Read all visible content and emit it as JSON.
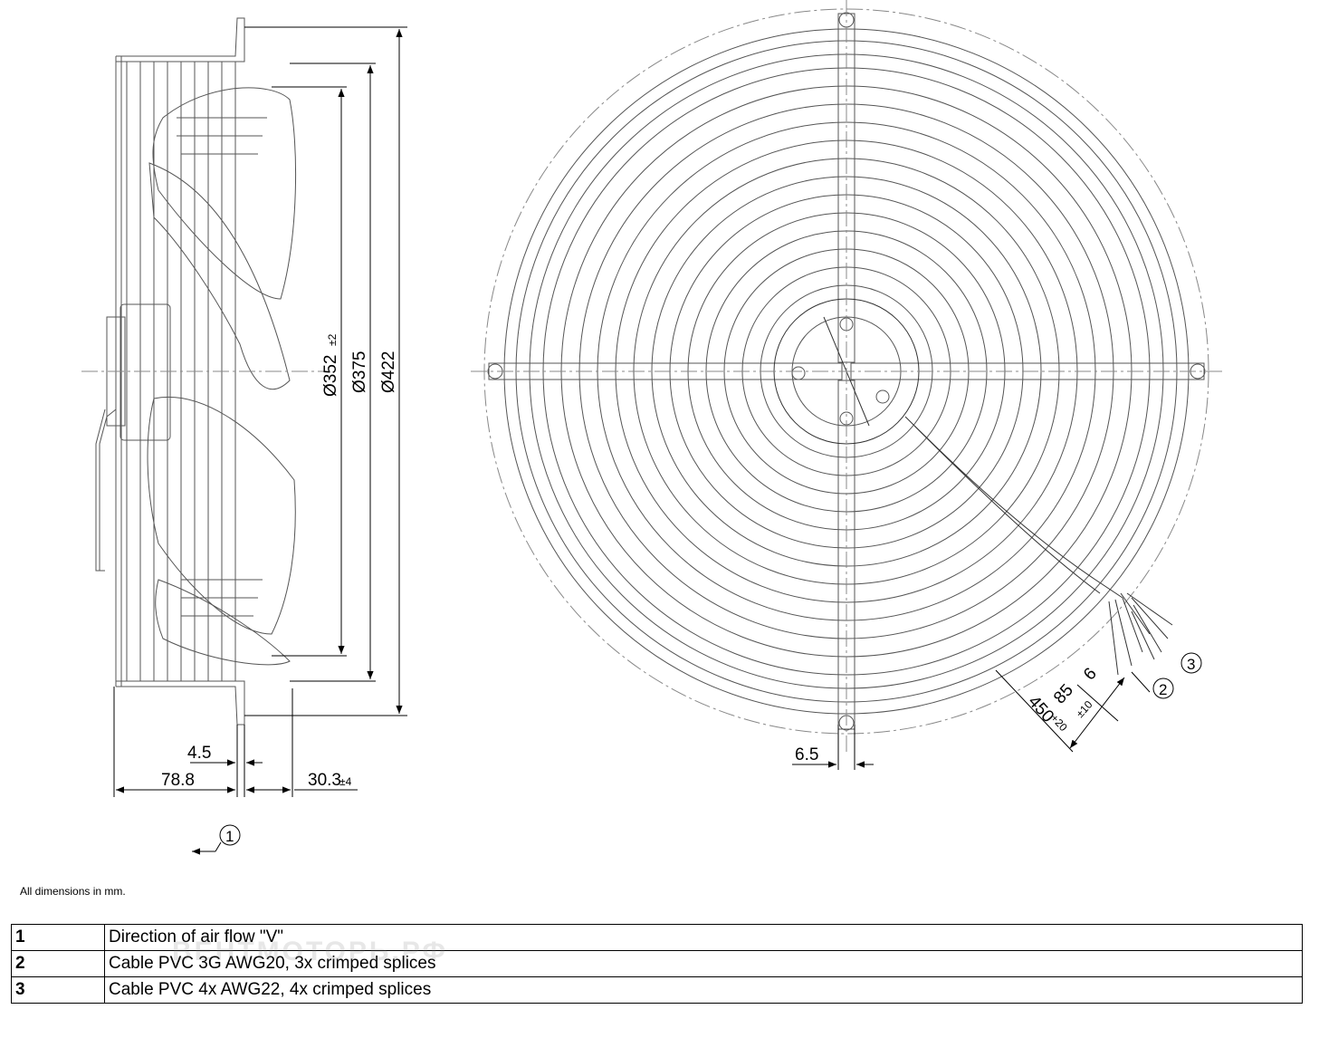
{
  "side_view": {
    "dims": {
      "d352": "Ø352",
      "d352_tol": "±2",
      "d375": "Ø375",
      "d422": "Ø422",
      "w45": "4.5",
      "w788": "78.8",
      "w303": "30.3",
      "w303_tol": "±4"
    },
    "callout_1": "1"
  },
  "front_view": {
    "dims": {
      "w65": "6.5",
      "d6": "6",
      "d85": "85",
      "d85_tol": "±10",
      "d450": "450",
      "d450_tol": "+20"
    },
    "callout_2": "2",
    "callout_3": "3"
  },
  "note": "All dimensions in mm.",
  "legend": [
    {
      "num": "1",
      "text": "Direction of air flow \"V\""
    },
    {
      "num": "2",
      "text": "Cable PVC 3G AWG20, 3x crimped splices"
    },
    {
      "num": "3",
      "text": "Cable PVC 4x AWG22, 4x crimped splices"
    }
  ],
  "watermark": "ВЕНТМОТОРЬ.РФ"
}
